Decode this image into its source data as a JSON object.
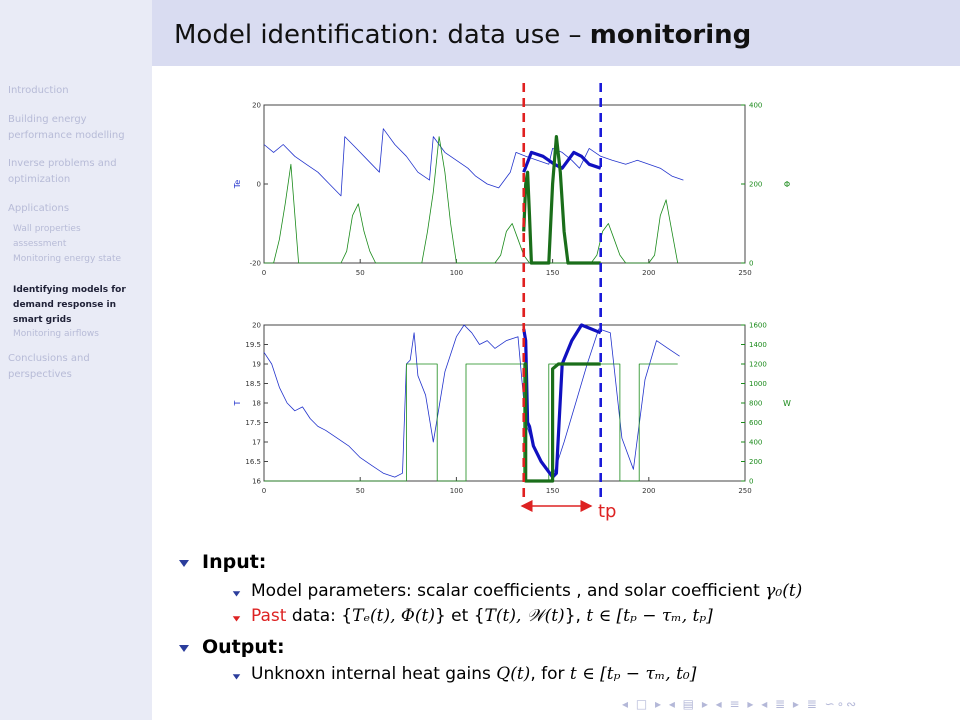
{
  "slide": {
    "title_plain": "Model identification: data use – ",
    "title_bold": "monitoring"
  },
  "sidebar": {
    "items": [
      {
        "label": "Introduction"
      },
      {
        "label": "Building energy performance modelling"
      },
      {
        "label": "Inverse problems and optimization"
      },
      {
        "label": "Applications"
      },
      {
        "label": "Wall properties assessment"
      },
      {
        "label": "Monitoring energy state"
      },
      {
        "label": "Identifying models for demand response in smart grids"
      },
      {
        "label": "Monitoring airflows"
      },
      {
        "label": "Conclusions and perspectives"
      }
    ]
  },
  "chart_data": [
    {
      "type": "line",
      "x_ticks": [
        "0",
        "50",
        "100",
        "150",
        "200",
        "250"
      ],
      "xlim": [
        0,
        250
      ],
      "y_left_label": "Te",
      "y_left_ticks": [
        "-20",
        "0",
        "20"
      ],
      "ylim_left": [
        -20,
        20
      ],
      "y_right_label": "Φ",
      "y_right_ticks": [
        "0",
        "200",
        "400"
      ],
      "ylim_right": [
        0,
        400
      ],
      "series": [
        {
          "axis": "left",
          "color": "#2233cc",
          "x": [
            0,
            5,
            10,
            16,
            22,
            28,
            34,
            40,
            42,
            48,
            54,
            60,
            62,
            68,
            74,
            80,
            86,
            88,
            94,
            100,
            106,
            110,
            116,
            122,
            128,
            131,
            136,
            142,
            148,
            150,
            155,
            160,
            164,
            169,
            175,
            181,
            188,
            194,
            200,
            206,
            212,
            218
          ],
          "y": [
            10,
            8,
            10,
            7,
            5,
            3,
            0,
            -3,
            12,
            9,
            6,
            3,
            14,
            10,
            7,
            3,
            1,
            12,
            8,
            6,
            4,
            2,
            0,
            -1,
            3,
            8,
            7,
            6,
            5,
            9,
            8,
            6,
            4,
            9,
            7,
            6,
            5,
            6,
            5,
            4,
            2,
            1
          ]
        },
        {
          "axis": "right",
          "color": "#1a8a1a",
          "x": [
            0,
            5,
            8,
            11,
            14,
            18,
            40,
            43,
            46,
            49,
            52,
            55,
            58,
            82,
            85,
            88,
            91,
            94,
            97,
            100,
            120,
            123,
            126,
            129,
            132,
            135,
            138,
            170,
            173,
            176,
            179,
            182,
            185,
            188,
            200,
            203,
            206,
            209,
            212,
            215
          ],
          "y": [
            0,
            0,
            60,
            150,
            250,
            0,
            0,
            30,
            120,
            150,
            80,
            30,
            0,
            0,
            80,
            180,
            320,
            230,
            100,
            0,
            0,
            20,
            80,
            100,
            60,
            20,
            0,
            0,
            20,
            80,
            100,
            60,
            20,
            0,
            0,
            20,
            120,
            160,
            80,
            0
          ]
        }
      ],
      "highlight_series": [
        {
          "axis": "left",
          "color": "#1010c0",
          "x": [
            135,
            139,
            145,
            151,
            155,
            161,
            165,
            169,
            175
          ],
          "y": [
            3,
            8,
            7,
            5,
            4,
            8,
            7,
            5,
            4
          ]
        },
        {
          "axis": "right",
          "color": "#1a6e1a",
          "x": [
            135,
            136,
            137,
            138,
            139,
            140,
            141,
            148,
            150,
            152,
            154,
            156,
            158,
            160,
            175
          ],
          "y": [
            80,
            200,
            230,
            120,
            0,
            0,
            0,
            0,
            200,
            320,
            230,
            80,
            0,
            0,
            0
          ]
        }
      ],
      "vlines": [
        {
          "x": 135,
          "color": "#e02020"
        },
        {
          "x": 175,
          "color": "#1a1ad8"
        }
      ]
    },
    {
      "type": "line",
      "x_ticks": [
        "0",
        "50",
        "100",
        "150",
        "200",
        "250"
      ],
      "xlim": [
        0,
        250
      ],
      "y_left_label": "T",
      "y_left_ticks": [
        "16",
        "16.5",
        "17",
        "17.5",
        "18",
        "18.5",
        "19",
        "19.5",
        "20"
      ],
      "ylim_left": [
        16,
        20
      ],
      "y_right_label": "W",
      "y_right_ticks": [
        "0",
        "200",
        "400",
        "600",
        "800",
        "1000",
        "1200",
        "1400",
        "1600"
      ],
      "ylim_right": [
        0,
        1600
      ],
      "series": [
        {
          "axis": "left",
          "color": "#2233cc",
          "x": [
            0,
            4,
            8,
            12,
            16,
            20,
            24,
            28,
            32,
            38,
            44,
            50,
            56,
            62,
            68,
            72,
            74,
            76,
            78,
            80,
            84,
            88,
            94,
            100,
            104,
            108,
            112,
            116,
            120,
            126,
            132,
            136,
            140,
            144,
            150,
            156,
            162,
            168,
            174,
            180,
            186,
            192,
            198,
            204,
            210,
            216
          ],
          "y": [
            19.3,
            19,
            18.4,
            18,
            17.8,
            17.9,
            17.6,
            17.4,
            17.3,
            17.1,
            16.9,
            16.6,
            16.4,
            16.2,
            16.1,
            16.2,
            19,
            19.1,
            19.8,
            18.7,
            18.2,
            17,
            18.8,
            19.7,
            20,
            19.8,
            19.5,
            19.6,
            19.4,
            19.6,
            19.7,
            17.5,
            16.9,
            16.5,
            16.1,
            17,
            18,
            19,
            19.9,
            19.8,
            17.1,
            16.3,
            18.6,
            19.6,
            19.4,
            19.2
          ]
        },
        {
          "axis": "right",
          "color": "#1a8a1a",
          "x": [
            0,
            74,
            74,
            90,
            90,
            105,
            105,
            135,
            135,
            148,
            148,
            185,
            185,
            195,
            195,
            215
          ],
          "y": [
            0,
            0,
            1200,
            1200,
            0,
            0,
            1200,
            1200,
            0,
            0,
            1200,
            1200,
            0,
            0,
            1200,
            1200
          ]
        }
      ],
      "highlight_series": [
        {
          "axis": "left",
          "color": "#1010c0",
          "x": [
            135,
            136,
            137,
            138,
            140,
            144,
            150,
            152,
            155,
            160,
            165,
            170,
            175
          ],
          "y": [
            19.9,
            19.6,
            17.5,
            17.4,
            16.9,
            16.5,
            16.1,
            16.2,
            19,
            19.6,
            20,
            19.9,
            19.8
          ]
        },
        {
          "axis": "right",
          "color": "#1a6e1a",
          "x": [
            135,
            136,
            136,
            138,
            138,
            150,
            150,
            153,
            175
          ],
          "y": [
            1200,
            1200,
            0,
            0,
            0,
            0,
            1150,
            1200,
            1200
          ]
        }
      ],
      "vlines": [
        {
          "x": 135,
          "color": "#e02020"
        },
        {
          "x": 175,
          "color": "#1a1ad8"
        }
      ]
    }
  ],
  "tp_label": "tp",
  "bullets": {
    "input_label": "Input:",
    "model_params_text": "Model parameters: scalar coefficients , and solar coefficient ",
    "model_params_math": "γ₀(t)",
    "past_label": "Past",
    "past_rest": " data:  {",
    "past_math1": "Tₑ(t), Φ(t)",
    "past_mid": "} et {",
    "past_math2": "T(t), 𝒲(t)",
    "past_end": "},",
    "past_math3": "t ∈ [tₚ − τₘ, tₚ]",
    "output_label": "Output:",
    "unknown_text": "Unknoxn internal heat gains ",
    "unknown_math1": "Q(t)",
    "unknown_mid": ", for ",
    "unknown_math2": "t ∈ [tₚ − τₘ, t₀]"
  },
  "nav_symbols": "◂ □ ▸ ◂ ▤ ▸ ◂ ≡ ▸ ◂ ≣ ▸   ≣   ∽∘∾"
}
